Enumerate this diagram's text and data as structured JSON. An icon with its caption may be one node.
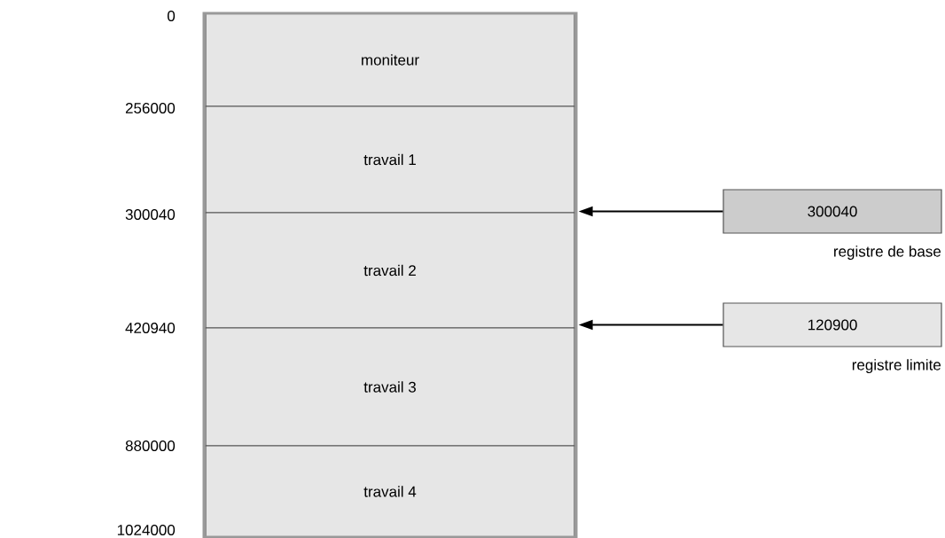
{
  "diagram": {
    "nodes": [
      {
        "text": [
          "moniteur"
        ]
      },
      {
        "text": [
          "travail 1"
        ]
      },
      {
        "text": [
          "travail 2"
        ]
      },
      {
        "text": [
          "travail 3"
        ]
      },
      {
        "text": [
          "travail 4"
        ]
      },
      {
        "text": [
          "300040"
        ],
        "beside": [
          "registre de base"
        ]
      },
      {
        "text": [
          "120900"
        ],
        "beside": [
          "registre limite"
        ]
      }
    ],
    "edges": [
      {
        "from": 5,
        "to": 2,
        "arrow": "to"
      },
      {
        "from": 6,
        "to": 3,
        "arrow": "to"
      }
    ],
    "labels": [
      "0",
      "256000",
      "300040",
      "420940",
      "880000",
      "1024000"
    ]
  }
}
